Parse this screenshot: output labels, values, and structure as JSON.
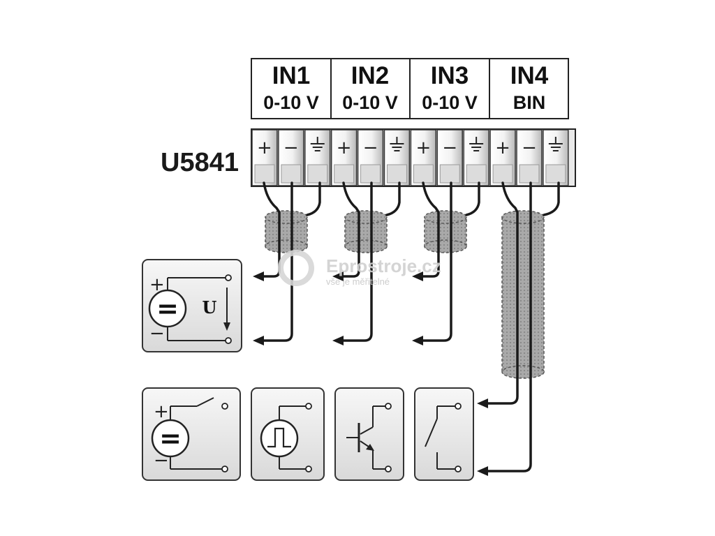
{
  "model": "U5841",
  "channels": [
    {
      "name": "IN1",
      "range": "0-10 V"
    },
    {
      "name": "IN2",
      "range": "0-10 V"
    },
    {
      "name": "IN3",
      "range": "0-10 V"
    },
    {
      "name": "IN4",
      "range": "BIN"
    }
  ],
  "terminal_symbols": {
    "plus": "+",
    "minus": "−"
  },
  "voltage_source": {
    "plus": "+",
    "minus": "−",
    "equals": "=",
    "voltage_label": "U"
  },
  "contact_source": {
    "plus": "+",
    "minus": "−",
    "equals": "="
  },
  "watermark": {
    "brand": "Eprostroje.cz",
    "slogan": "vše je měřitelné"
  }
}
